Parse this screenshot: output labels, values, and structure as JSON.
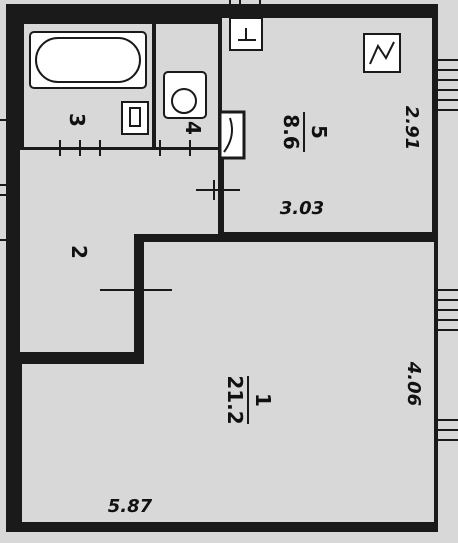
{
  "colors": {
    "paper": "#d8d8d8",
    "wall": "#1a1a1a",
    "fixture": "#ffffff"
  },
  "rooms": [
    {
      "number": "1",
      "area": "21.2"
    },
    {
      "number": "2",
      "area": ""
    },
    {
      "number": "3",
      "area": ""
    },
    {
      "number": "4",
      "area": ""
    },
    {
      "number": "5",
      "area": "8.6"
    }
  ],
  "dimensions": {
    "kitchen_height": "2.91",
    "kitchen_width": "3.03",
    "living_height": "4.06",
    "living_width": "5.87"
  },
  "icons": [
    "stove-icon",
    "bathtub-icon",
    "toilet-icon",
    "sink-icon",
    "window-icon",
    "door-swing-icon"
  ]
}
